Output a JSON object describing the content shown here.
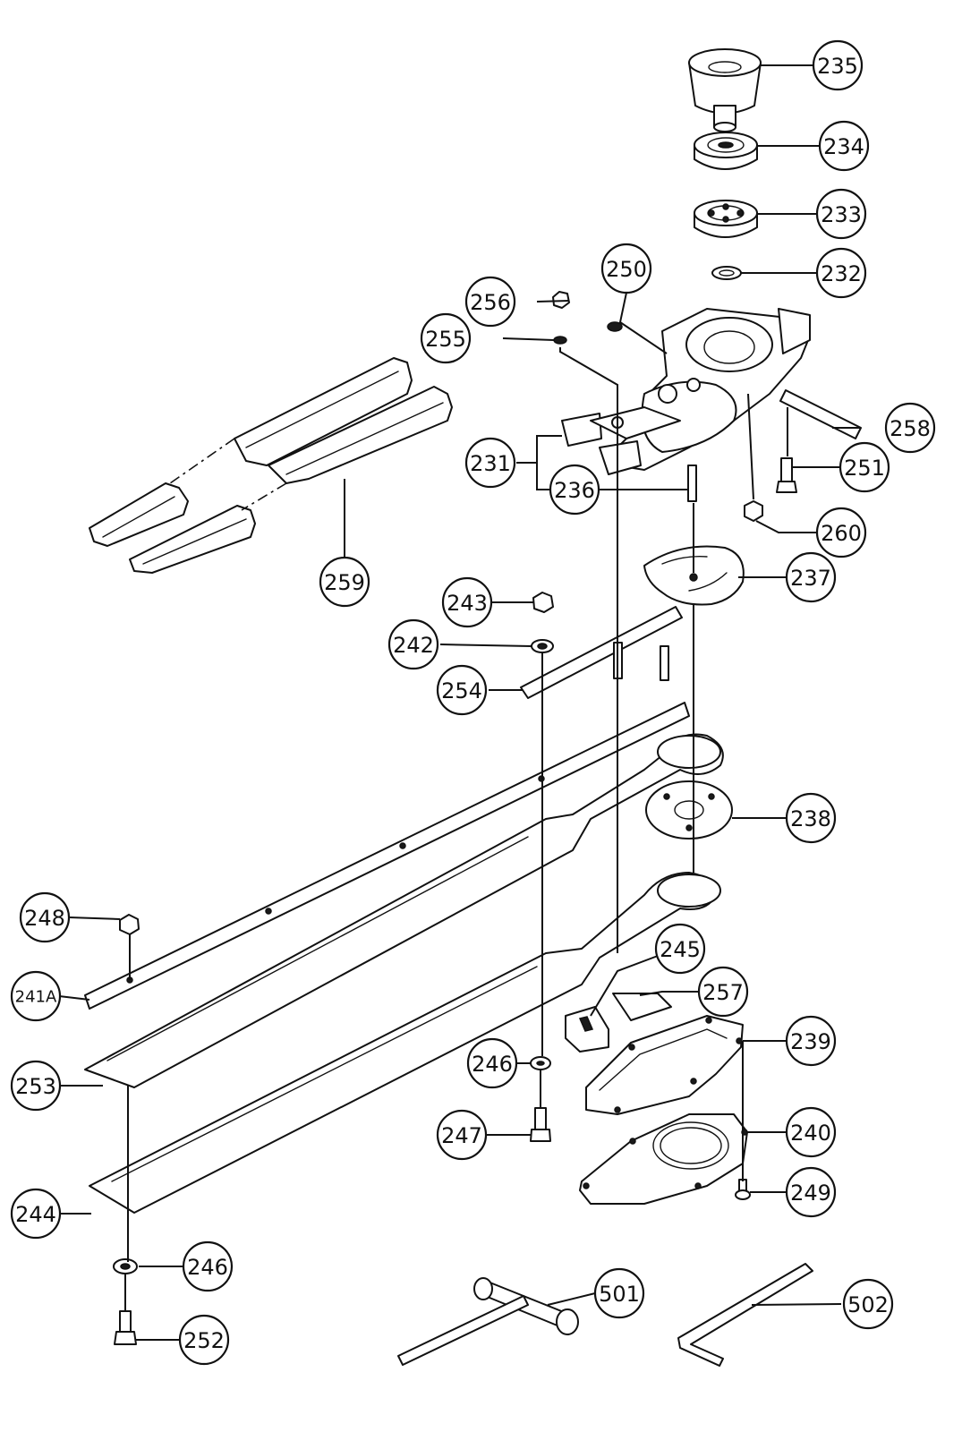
{
  "callouts": [
    {
      "label": "235"
    },
    {
      "label": "234"
    },
    {
      "label": "233"
    },
    {
      "label": "232"
    },
    {
      "label": "250"
    },
    {
      "label": "256"
    },
    {
      "label": "255"
    },
    {
      "label": "258"
    },
    {
      "label": "231"
    },
    {
      "label": "236"
    },
    {
      "label": "251"
    },
    {
      "label": "260"
    },
    {
      "label": "259"
    },
    {
      "label": "237"
    },
    {
      "label": "243"
    },
    {
      "label": "242"
    },
    {
      "label": "254"
    },
    {
      "label": "238"
    },
    {
      "label": "248"
    },
    {
      "label": "241A"
    },
    {
      "label": "245"
    },
    {
      "label": "257"
    },
    {
      "label": "239"
    },
    {
      "label": "253"
    },
    {
      "label": "246"
    },
    {
      "label": "247"
    },
    {
      "label": "240"
    },
    {
      "label": "249"
    },
    {
      "label": "244"
    },
    {
      "label": "246"
    },
    {
      "label": "501"
    },
    {
      "label": "502"
    },
    {
      "label": "252"
    }
  ]
}
